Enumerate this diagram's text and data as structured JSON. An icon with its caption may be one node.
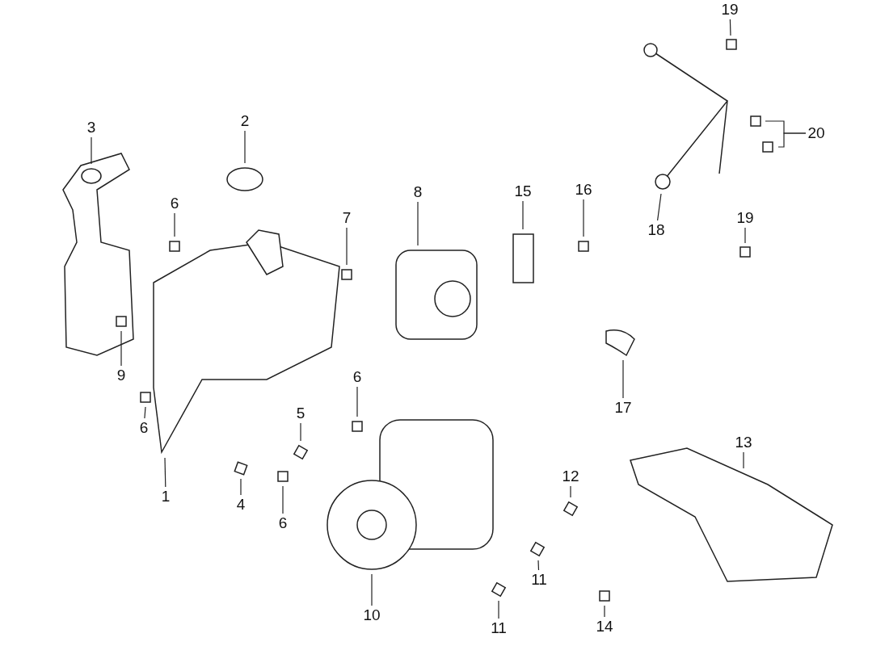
{
  "diagram": {
    "nodes": [
      {
        "text": [
          "19"
        ]
      },
      {
        "text": [
          "3"
        ]
      },
      {
        "text": [
          "2"
        ]
      },
      {
        "text": [
          "20"
        ]
      },
      {
        "text": [
          "8"
        ]
      },
      {
        "text": [
          "6"
        ]
      },
      {
        "text": [
          "15"
        ]
      },
      {
        "text": [
          "16"
        ]
      },
      {
        "text": [
          "7"
        ]
      },
      {
        "text": [
          "19"
        ]
      },
      {
        "text": [
          "18"
        ]
      },
      {
        "text": [
          "9"
        ]
      },
      {
        "text": [
          "6"
        ]
      },
      {
        "text": [
          "17"
        ]
      },
      {
        "text": [
          "6"
        ]
      },
      {
        "text": [
          "5"
        ]
      },
      {
        "text": [
          "13"
        ]
      },
      {
        "text": [
          "12"
        ]
      },
      {
        "text": [
          "1"
        ]
      },
      {
        "text": [
          "4"
        ]
      },
      {
        "text": [
          "6"
        ]
      },
      {
        "text": [
          "11"
        ]
      },
      {
        "text": [
          "10"
        ]
      },
      {
        "text": [
          "11"
        ]
      },
      {
        "text": [
          "14"
        ]
      }
    ],
    "edges": [
      {
        "from": 0,
        "to": null,
        "arrow": "none"
      },
      {
        "from": 1,
        "to": null,
        "arrow": "none"
      },
      {
        "from": 2,
        "to": null,
        "arrow": "none"
      },
      {
        "from": 3,
        "to": null,
        "arrow": "none"
      },
      {
        "from": 3,
        "to": null,
        "arrow": "none"
      },
      {
        "from": 4,
        "to": null,
        "arrow": "none"
      },
      {
        "from": 5,
        "to": null,
        "arrow": "none"
      },
      {
        "from": 6,
        "to": null,
        "arrow": "none"
      },
      {
        "from": 7,
        "to": null,
        "arrow": "none"
      },
      {
        "from": 8,
        "to": null,
        "arrow": "none"
      },
      {
        "from": 9,
        "to": null,
        "arrow": "none"
      },
      {
        "from": 10,
        "to": null,
        "arrow": "none"
      },
      {
        "from": 11,
        "to": null,
        "arrow": "none"
      },
      {
        "from": 12,
        "to": null,
        "arrow": "none"
      },
      {
        "from": 13,
        "to": null,
        "arrow": "none"
      },
      {
        "from": 14,
        "to": null,
        "arrow": "none"
      },
      {
        "from": 15,
        "to": null,
        "arrow": "none"
      },
      {
        "from": 16,
        "to": null,
        "arrow": "none"
      },
      {
        "from": 17,
        "to": null,
        "arrow": "none"
      },
      {
        "from": 18,
        "to": null,
        "arrow": "none"
      },
      {
        "from": 19,
        "to": null,
        "arrow": "none"
      },
      {
        "from": 20,
        "to": null,
        "arrow": "none"
      },
      {
        "from": 21,
        "to": null,
        "arrow": "none"
      },
      {
        "from": 22,
        "to": null,
        "arrow": "none"
      },
      {
        "from": 23,
        "to": null,
        "arrow": "none"
      },
      {
        "from": 24,
        "to": null,
        "arrow": "none"
      }
    ]
  }
}
